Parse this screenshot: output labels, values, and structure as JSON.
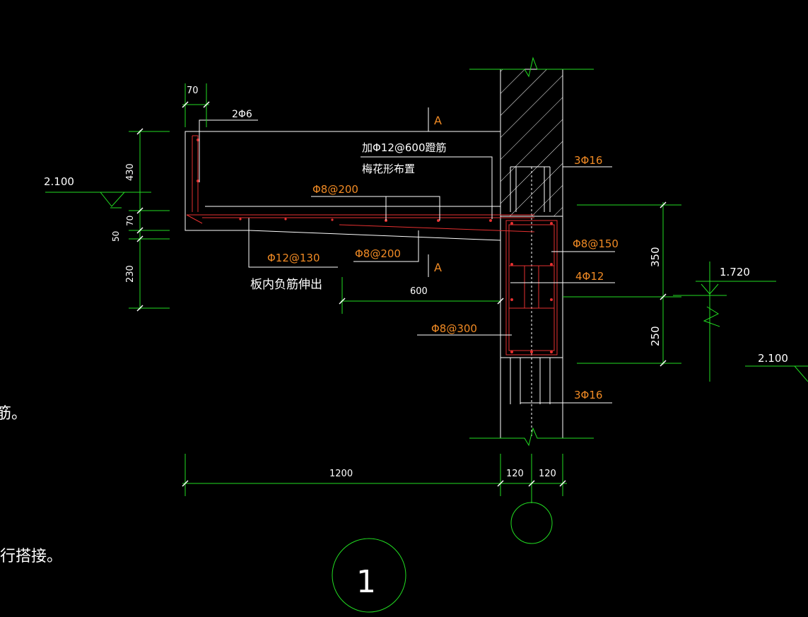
{
  "labels": {
    "dim_70_top": "70",
    "bar_2phi6": "2Φ6",
    "section_a": "A",
    "stirrup_note_1": "加Φ12@600蹬筋",
    "stirrup_note_2": "梅花形布置",
    "bar_phi8_200_top": "Φ8@200",
    "bar_3phi16_top": "3Φ16",
    "elev_2100_left": "2.100",
    "dim_430": "430",
    "dim_70_side": "70",
    "dim_50": "50",
    "dim_230": "230",
    "bar_phi8_150": "Φ8@150",
    "dim_350": "350",
    "bar_phi12_130": "Φ12@130",
    "bar_phi8_200_bottom": "Φ8@200",
    "bar_4phi12": "4Φ12",
    "elev_1720": "1.720",
    "note_negative_bar": "板内负筋伸出",
    "dim_600": "600",
    "bar_phi8_300": "Φ8@300",
    "dim_250": "250",
    "elev_2100_right": "2.100",
    "bar_3phi16_bottom": "3Φ16",
    "partial_text_1": "筋。",
    "dim_1200": "1200",
    "dim_120_a": "120",
    "dim_120_b": "120",
    "partial_text_2": "行搭接。",
    "detail_number": "1"
  },
  "colors": {
    "background": "#000000",
    "dimension_green": "#22dd22",
    "outline_white": "#ffffff",
    "rebar_red": "#e53030",
    "label_orange": "#f08a24"
  }
}
